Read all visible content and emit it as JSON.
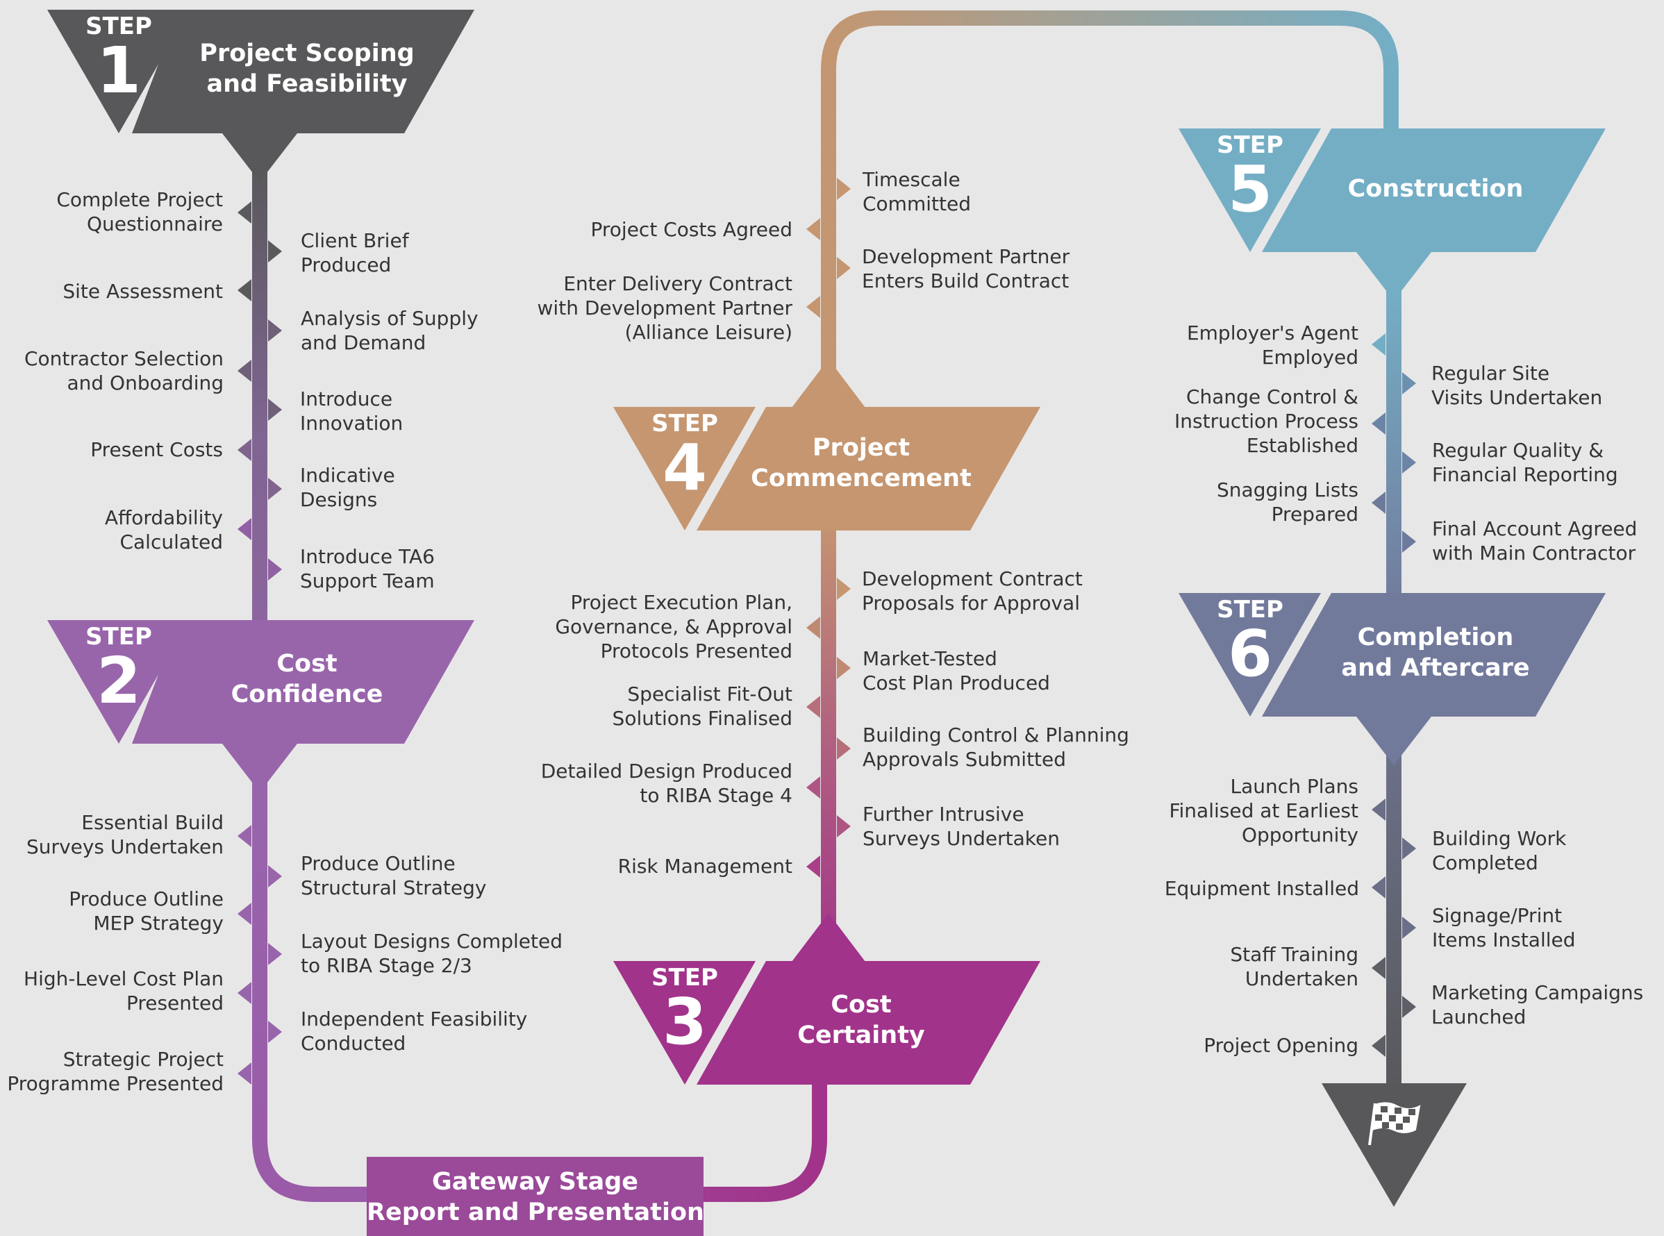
{
  "steps": [
    {
      "word": "STEP",
      "number": "1",
      "title": "Project Scoping\nand Feasibility",
      "color": "#58585a"
    },
    {
      "word": "STEP",
      "number": "2",
      "title": "Cost\nConfidence",
      "color": "#9865ab"
    },
    {
      "word": "STEP",
      "number": "3",
      "title": "Cost\nCertainty",
      "color": "#a1338a"
    },
    {
      "word": "STEP",
      "number": "4",
      "title": "Project\nCommencement",
      "color": "#c59670"
    },
    {
      "word": "STEP",
      "number": "5",
      "title": "Construction",
      "color": "#74aec5"
    },
    {
      "word": "STEP",
      "number": "6",
      "title": "Completion\nand Aftercare",
      "color": "#727a9c"
    }
  ],
  "gateway": {
    "title": "Gateway Stage\nReport and Presentation",
    "color": "#9a4a99"
  },
  "step1_items": {
    "left": [
      "Complete Project\nQuestionnaire",
      "Site Assessment",
      "Contractor Selection\nand Onboarding",
      "Present Costs",
      "Affordability\nCalculated"
    ],
    "right": [
      "Client Brief\nProduced",
      "Analysis of Supply\nand Demand",
      "Introduce\nInnovation",
      "Indicative\nDesigns",
      "Introduce TA6\nSupport Team"
    ]
  },
  "step2_items": {
    "left": [
      "Essential Build\nSurveys Undertaken",
      "Produce Outline\nMEP Strategy",
      "High-Level Cost Plan\nPresented",
      "Strategic Project\nProgramme Presented"
    ],
    "right": [
      "Produce Outline\nStructural Strategy",
      "Layout Designs Completed\nto RIBA Stage 2/3",
      "Independent Feasibility\nConducted"
    ]
  },
  "step3_items": {
    "left": [
      "Project Execution Plan,\nGovernance, & Approval\nProtocols Presented",
      "Specialist Fit-Out\nSolutions Finalised",
      "Detailed Design Produced\nto RIBA Stage 4",
      "Risk Management"
    ],
    "right": [
      "Development Contract\nProposals for Approval",
      "Market-Tested\nCost Plan Produced",
      "Building Control & Planning\nApprovals Submitted",
      "Further Intrusive\nSurveys Undertaken"
    ]
  },
  "step4_items": {
    "left": [
      "Project Costs Agreed",
      "Enter Delivery Contract\nwith Development Partner\n(Alliance Leisure)"
    ],
    "right": [
      "Timescale\nCommitted",
      "Development Partner\nEnters Build Contract"
    ]
  },
  "step5_items": {
    "left": [
      "Employer's Agent\nEmployed",
      "Change Control &\nInstruction Process\nEstablished",
      "Snagging Lists\nPrepared"
    ],
    "right": [
      "Regular Site\nVisits Undertaken",
      "Regular Quality &\nFinancial Reporting",
      "Final Account Agreed\nwith Main Contractor"
    ]
  },
  "step6_items": {
    "left": [
      "Launch Plans\nFinalised at Earliest\nOpportunity",
      "Equipment Installed",
      "Staff Training\nUndertaken",
      "Project Opening"
    ],
    "right": [
      "Building Work\nCompleted",
      "Signage/Print\nItems Installed",
      "Marketing Campaigns\nLaunched"
    ]
  },
  "finish": {
    "icon": "checkered-flag-icon",
    "color": "#58585a"
  }
}
